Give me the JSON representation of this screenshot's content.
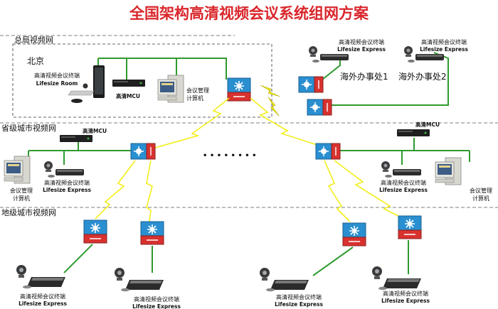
{
  "title": "全国架构高清视频会议系统组网方案",
  "sections": {
    "hq": "总局视频网",
    "provincial": "省级城市视频网",
    "prefecture": "地级城市视频网"
  },
  "hq": {
    "city": "北京",
    "room_terminal_line1": "高清视频会议终端",
    "room_terminal_line2": "Lifesize Room",
    "mcu": "高清MCU",
    "mgmt_line1": "会议管理",
    "mgmt_line2": "计算机"
  },
  "overseas": {
    "office1": "海外办事处1",
    "office2": "海外办事处2",
    "terminal_line1": "高清视频会议终端",
    "terminal_line2": "Lifesize Express"
  },
  "provincial": {
    "mcu": "高清MCU",
    "mgmt_line1": "会议管理",
    "mgmt_line2": "计算机",
    "terminal_line1": "高清视频会议终端",
    "terminal_line2": "Lifesize Express"
  },
  "prefecture": {
    "terminal_line1": "高清视频会议终端",
    "terminal_line2": "Lifesize Express"
  },
  "ellipsis": "• • • • • • • •",
  "colors": {
    "title": "#d9262b",
    "lan_link": "#2e9a2e",
    "wan_lightning": "#f2ee1a",
    "router_blue": "#2a8fd0",
    "router_red": "#d8322f",
    "divider": "#555555"
  }
}
